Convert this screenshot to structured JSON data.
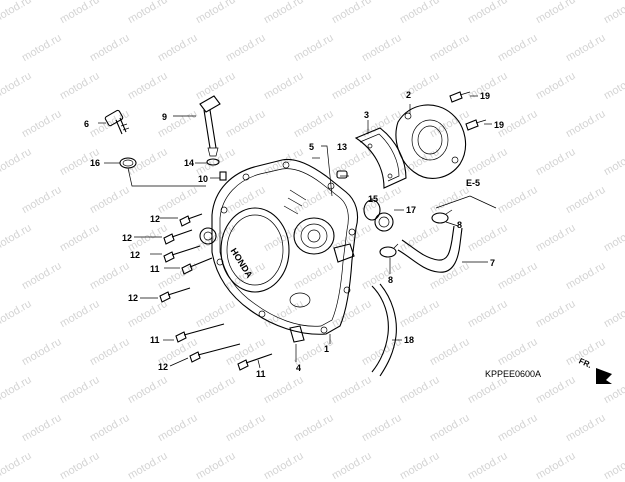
{
  "watermark": {
    "text": "motod.ru"
  },
  "diagram": {
    "code": "KPPEE0600A",
    "ref": "E-5",
    "direction": "FR.",
    "brand": "HONDA"
  },
  "parts": [
    {
      "ref": "1"
    },
    {
      "ref": "2"
    },
    {
      "ref": "3"
    },
    {
      "ref": "4"
    },
    {
      "ref": "5"
    },
    {
      "ref": "6"
    },
    {
      "ref": "7"
    },
    {
      "ref": "8"
    },
    {
      "ref": "8b",
      "label": "8"
    },
    {
      "ref": "9"
    },
    {
      "ref": "10"
    },
    {
      "ref": "11a",
      "label": "11"
    },
    {
      "ref": "11b",
      "label": "11"
    },
    {
      "ref": "11c",
      "label": "11"
    },
    {
      "ref": "12a",
      "label": "12"
    },
    {
      "ref": "12b",
      "label": "12"
    },
    {
      "ref": "12c",
      "label": "12"
    },
    {
      "ref": "12d",
      "label": "12"
    },
    {
      "ref": "12e",
      "label": "12"
    },
    {
      "ref": "13"
    },
    {
      "ref": "14"
    },
    {
      "ref": "15"
    },
    {
      "ref": "16"
    },
    {
      "ref": "17"
    },
    {
      "ref": "18"
    },
    {
      "ref": "19a",
      "label": "19"
    },
    {
      "ref": "19b",
      "label": "19"
    }
  ]
}
